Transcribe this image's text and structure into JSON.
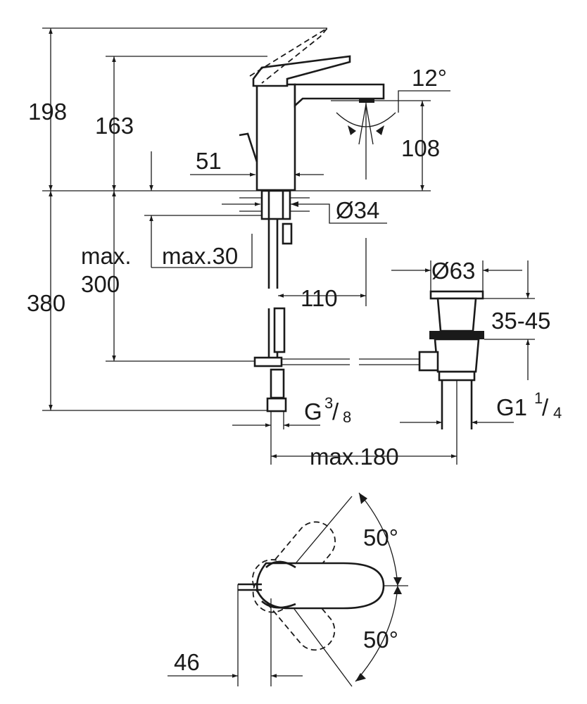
{
  "dimensions": {
    "overall_height": "198",
    "lever_height": "163",
    "spout_angle": "12°",
    "spout_height": "108",
    "base_width": "51",
    "hole_diameter": "Ø34",
    "max_label": "max.",
    "max_value": "300",
    "deck_thickness": "max.30",
    "spout_reach": "110",
    "total_height": "380",
    "waste_diameter": "Ø63",
    "waste_range": "35-45",
    "inlet_thread_prefix": "G",
    "inlet_thread_num": "3",
    "inlet_thread_den": "8",
    "waste_thread_prefix": "G1",
    "waste_thread_num": "1",
    "waste_thread_den": "4",
    "waste_offset": "max.180",
    "lever_angle_top": "50°",
    "lever_angle_bottom": "50°",
    "plan_width": "46"
  }
}
